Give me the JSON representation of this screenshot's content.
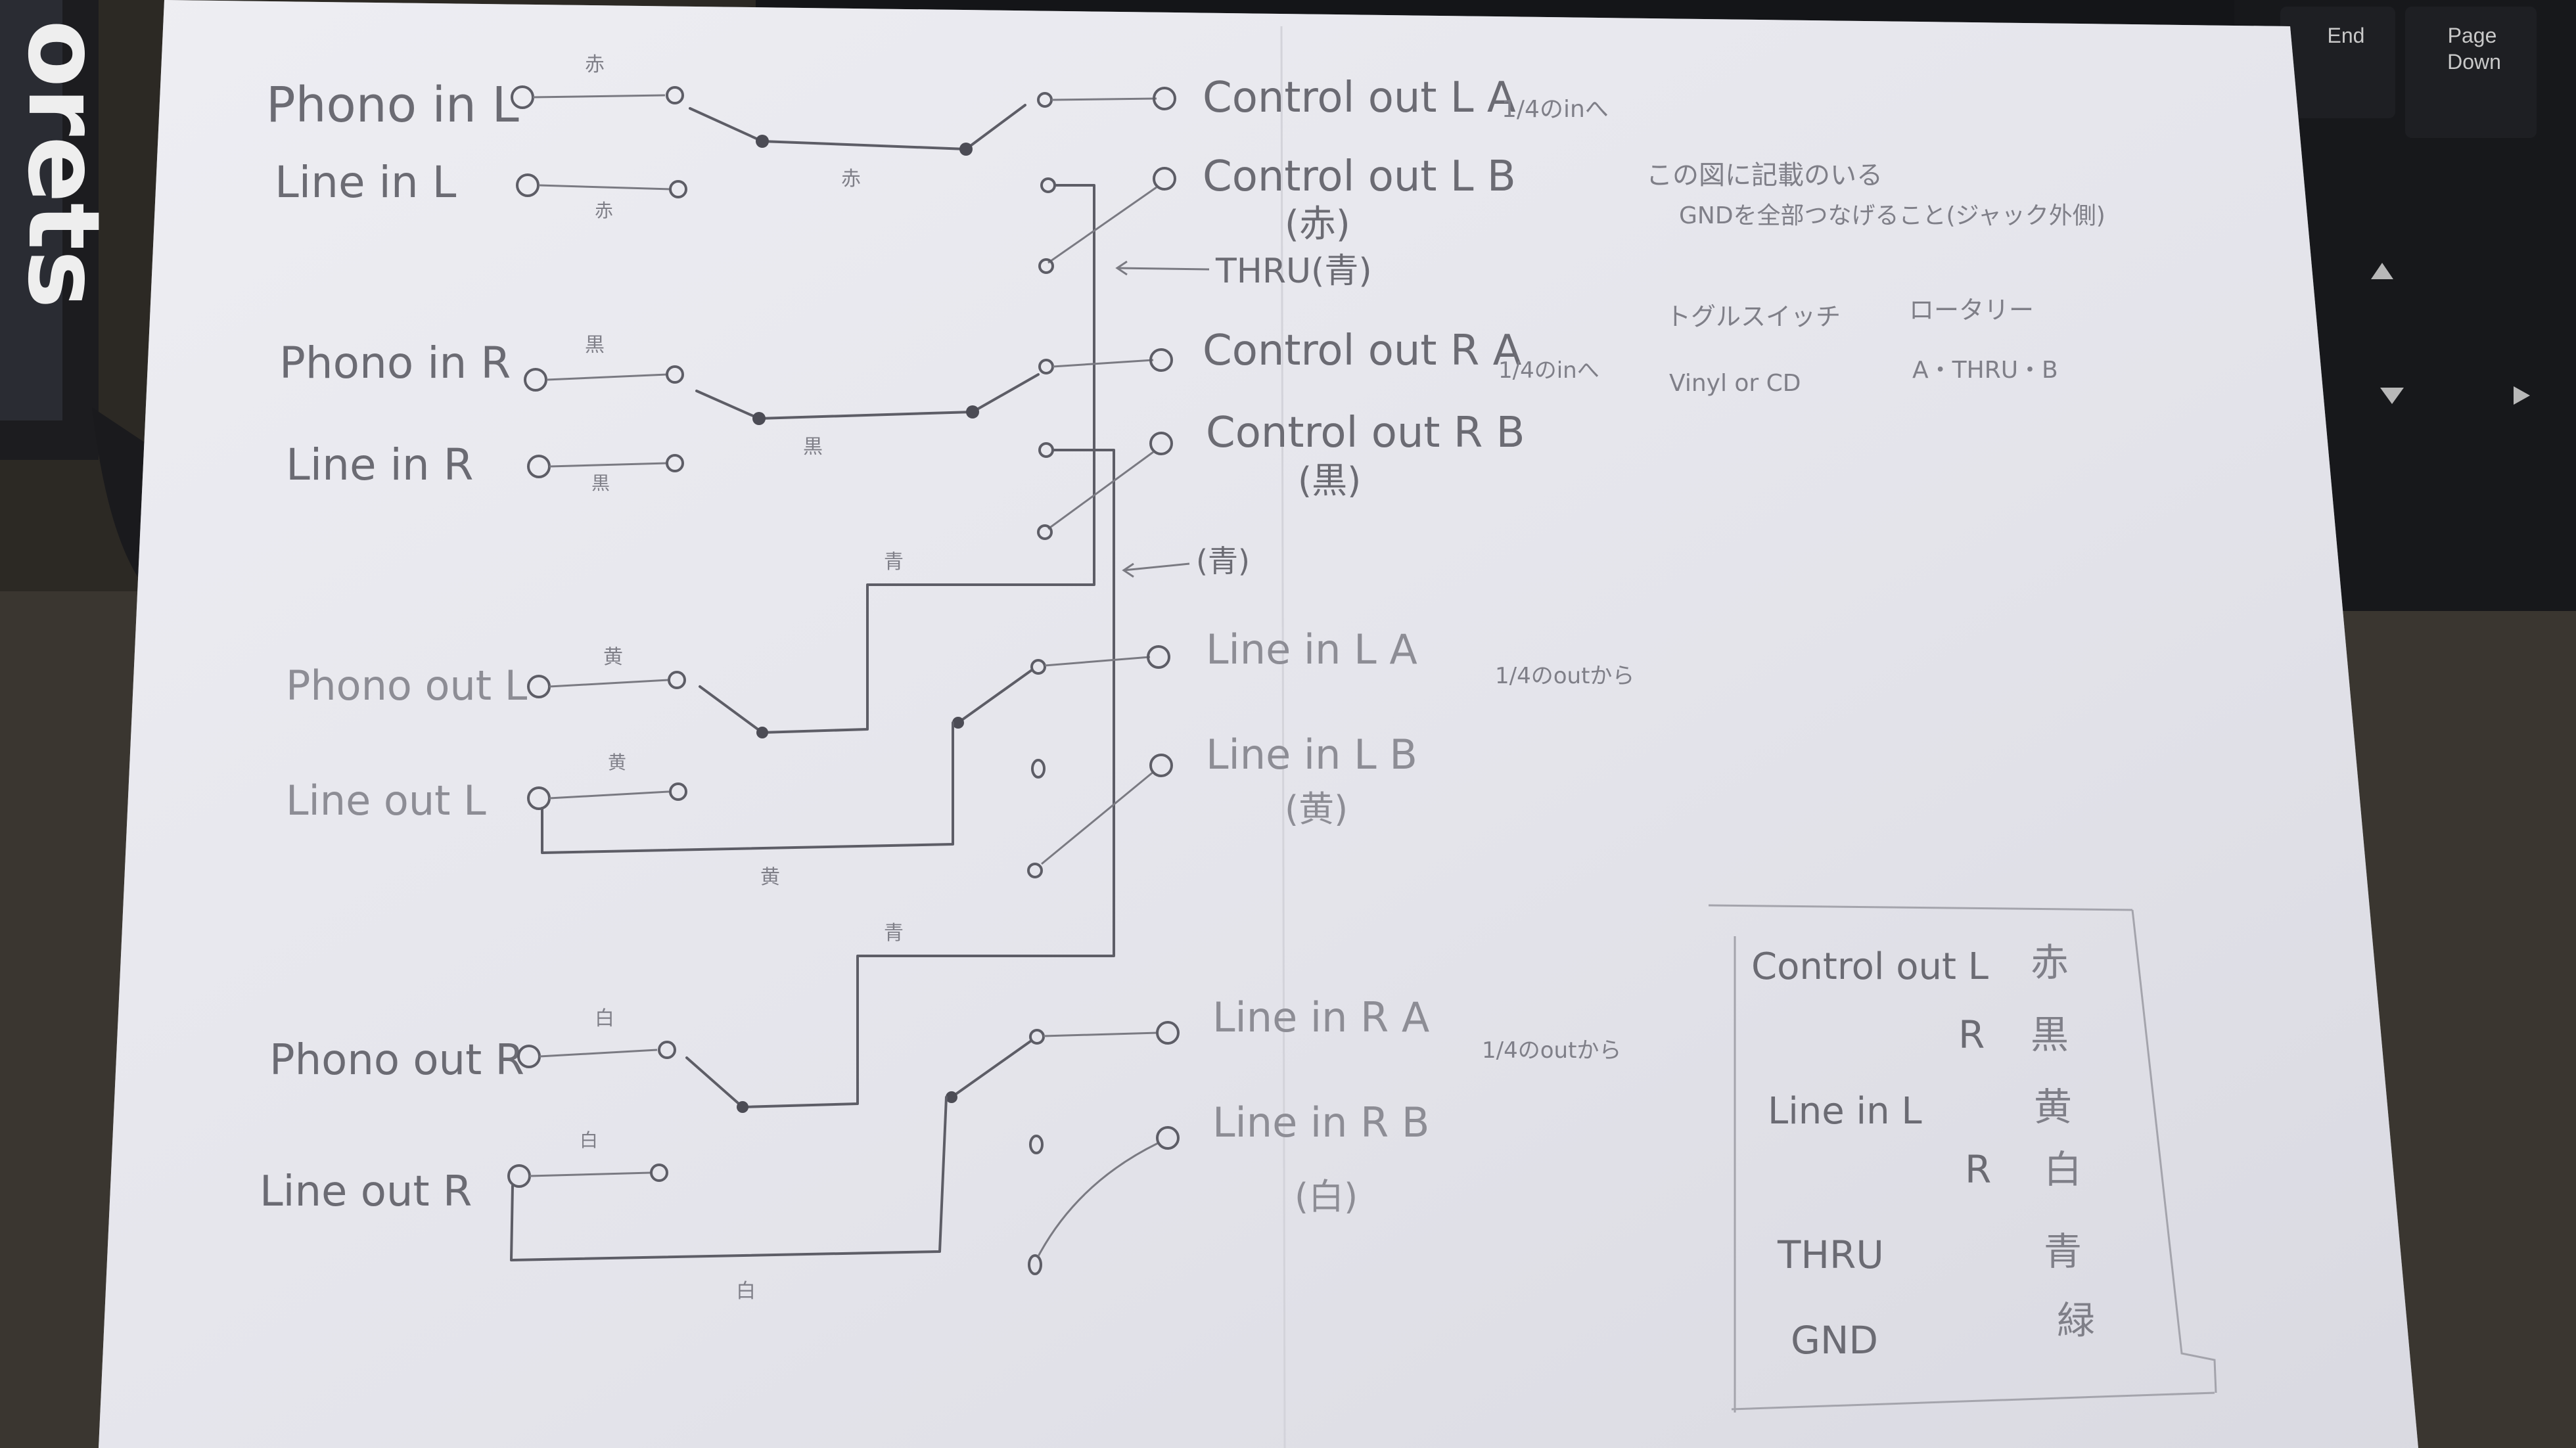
{
  "background": {
    "desk_color": "#2a2722",
    "paper_color": "#e9e9ef",
    "keyboard_color": "#17181b",
    "keys": {
      "end": "End",
      "page_down_1": "Page",
      "page_down_2": "Down"
    },
    "canister_text": "orets"
  },
  "diagram": {
    "left_labels": {
      "phono_in_l": "Phono in L",
      "line_in_l": "Line in L",
      "phono_in_r": "Phono in R",
      "line_in_r": "Line in R",
      "phono_out_l": "Phono out L",
      "line_out_l": "Line out L",
      "phono_out_r": "Phono out R",
      "line_out_r": "Line out R"
    },
    "right_labels": {
      "control_out_l_a": "Control out L  A",
      "control_out_l_b": "Control out L  B",
      "control_out_l_b_color": "(赤)",
      "thru": "THRU(青)",
      "control_out_r_a": "Control out R  A",
      "control_out_r_b": "Control out R  B",
      "control_out_r_b_color": "(黒)",
      "thru_r_color": "(青)",
      "line_in_l_a": "Line in L  A",
      "line_in_l_b": "Line in L  B",
      "line_in_l_b_color": "(黄)",
      "line_in_r_a": "Line in R  A",
      "line_in_r_b": "Line in R  B",
      "line_in_r_b_color": "(白)"
    },
    "side_notes": {
      "to_control_l": "1/4のinへ",
      "to_control_r": "1/4のinへ",
      "from_line_l": "1/4のoutから",
      "from_line_r": "1/4のoutから"
    },
    "wire_colors": {
      "w_red": "赤",
      "w_red2": "赤",
      "w_red3": "赤",
      "w_black": "黒",
      "w_black2": "黒",
      "w_black3": "黒",
      "w_yellow": "黄",
      "w_yellow2": "黄",
      "w_yellow3": "黄",
      "w_white": "白",
      "w_white2": "白",
      "w_white3": "白",
      "w_blue": "青",
      "w_blue2": "青"
    },
    "notes": {
      "line1": "この図に記載のいる",
      "line2": "GNDを全部つなげること(ジャック外側)",
      "toggle_label": "トグルスイッチ",
      "rotary_label": "ロータリー",
      "toggle_value": "Vinyl or CD",
      "rotary_value": "A・THRU・B"
    },
    "legend": {
      "rows": [
        {
          "label": "Control out  L",
          "color": "赤"
        },
        {
          "label": "R",
          "color": "黒"
        },
        {
          "label": "Line in  L",
          "color": "黄"
        },
        {
          "label": "R",
          "color": "白"
        },
        {
          "label": "THRU",
          "color": "青"
        },
        {
          "label": "GND",
          "color": "緑"
        }
      ]
    }
  }
}
